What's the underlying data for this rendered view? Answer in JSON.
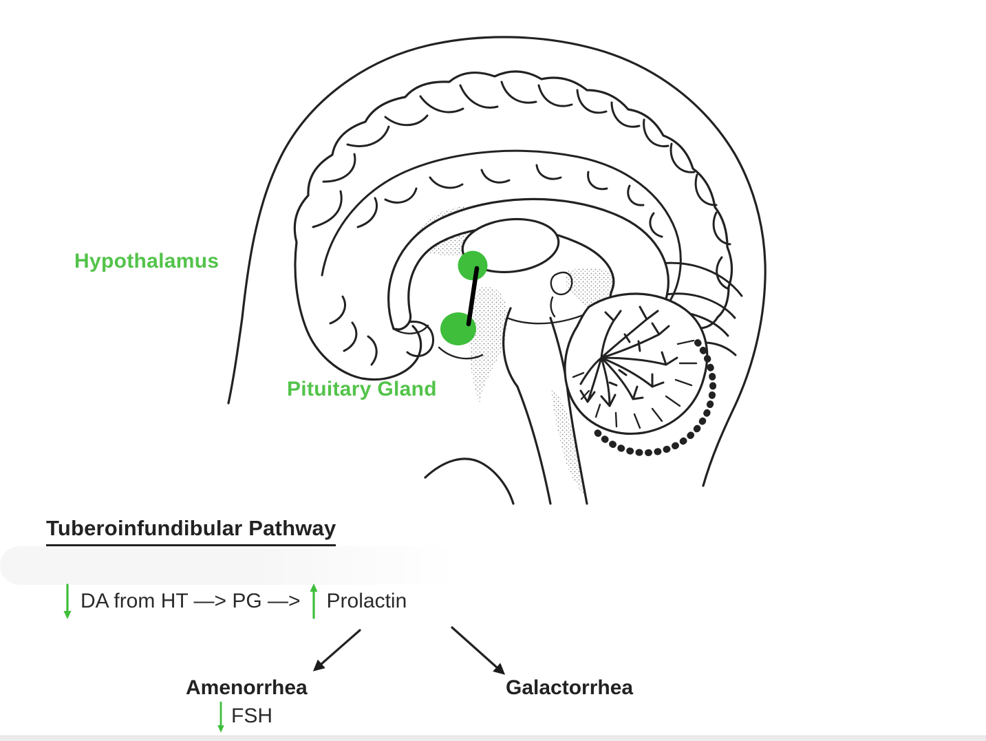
{
  "colors": {
    "label_green": "#53c34a",
    "marker_green": "#3fbe3c",
    "ink": "#222222",
    "bottom_bar": "#ececec"
  },
  "brain_diagram": {
    "description": "Mid-sagittal brain line drawing",
    "hypothalamus_label": "Hypothalamus",
    "pituitary_label": "Pituitary Gland"
  },
  "pathway": {
    "title": "Tuberoinfundibular Pathway",
    "chain_text": "DA from HT —> PG —>",
    "prolactin_label": "Prolactin",
    "outcome_left": "Amenorrhea",
    "outcome_left_sub": "FSH",
    "outcome_right": "Galactorrhea"
  },
  "icons": {
    "decrease_arrow": "green-down-arrow",
    "increase_arrow": "green-up-arrow",
    "fsh_decrease_arrow": "green-down-arrow",
    "branch_arrows": "black-diagonal-arrow"
  }
}
